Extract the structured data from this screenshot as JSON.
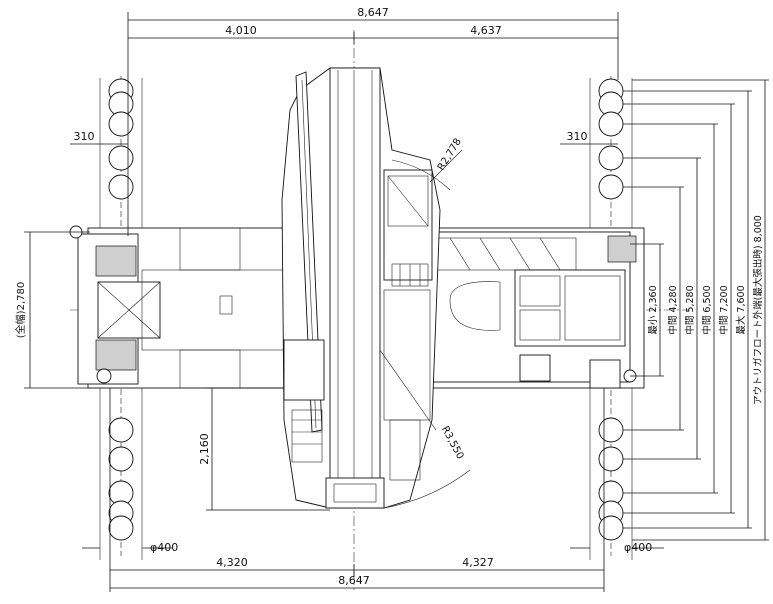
{
  "dimensions": {
    "top_total": "8,647",
    "top_left": "4,010",
    "top_right": "4,637",
    "left_offset": "310",
    "right_offset": "310",
    "width_label": "(全幅)2,780",
    "radius_tail": "R2,778",
    "radius_front": "R3,550",
    "center_to_front": "2,160",
    "float_left": "φ400",
    "float_right": "φ400",
    "bottom_left": "4,320",
    "bottom_right": "4,327",
    "bottom_total": "8,647"
  },
  "outrigger_extension": [
    {
      "mode": "最小",
      "value": "2,360"
    },
    {
      "mode": "中間",
      "value": "4,280"
    },
    {
      "mode": "中間",
      "value": "5,280"
    },
    {
      "mode": "中間",
      "value": "6,500"
    },
    {
      "mode": "中間",
      "value": "7,200"
    },
    {
      "mode": "最大",
      "value": "7,600"
    }
  ],
  "outrigger_float_label": "アウトリガフロート外端(最大張出時)",
  "outrigger_float_value": "8,000"
}
